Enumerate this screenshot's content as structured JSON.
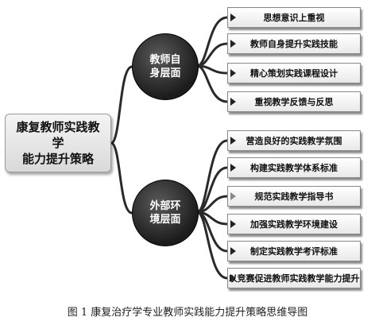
{
  "root": {
    "label_line1": "康复教师实践教学",
    "label_line2": "能力提升策略"
  },
  "branches": [
    {
      "label": "教师自身层面",
      "items": [
        "思想意识上重视",
        "教师自身提升实践技能",
        "精心策划实践课程设计",
        "重视教学反馈与反思"
      ]
    },
    {
      "label": "外部环境层面",
      "items": [
        "营造良好的实践教学氛围",
        "构建实践教学体系标准",
        "规范实践教学指导书",
        "加强实践教学环境建设",
        "制定实践教学考评标准",
        "以竞赛促进教师实践教学能力提升"
      ]
    }
  ],
  "caption": "图 1 康复治疗学专业教师实践能力提升策略思维导图"
}
